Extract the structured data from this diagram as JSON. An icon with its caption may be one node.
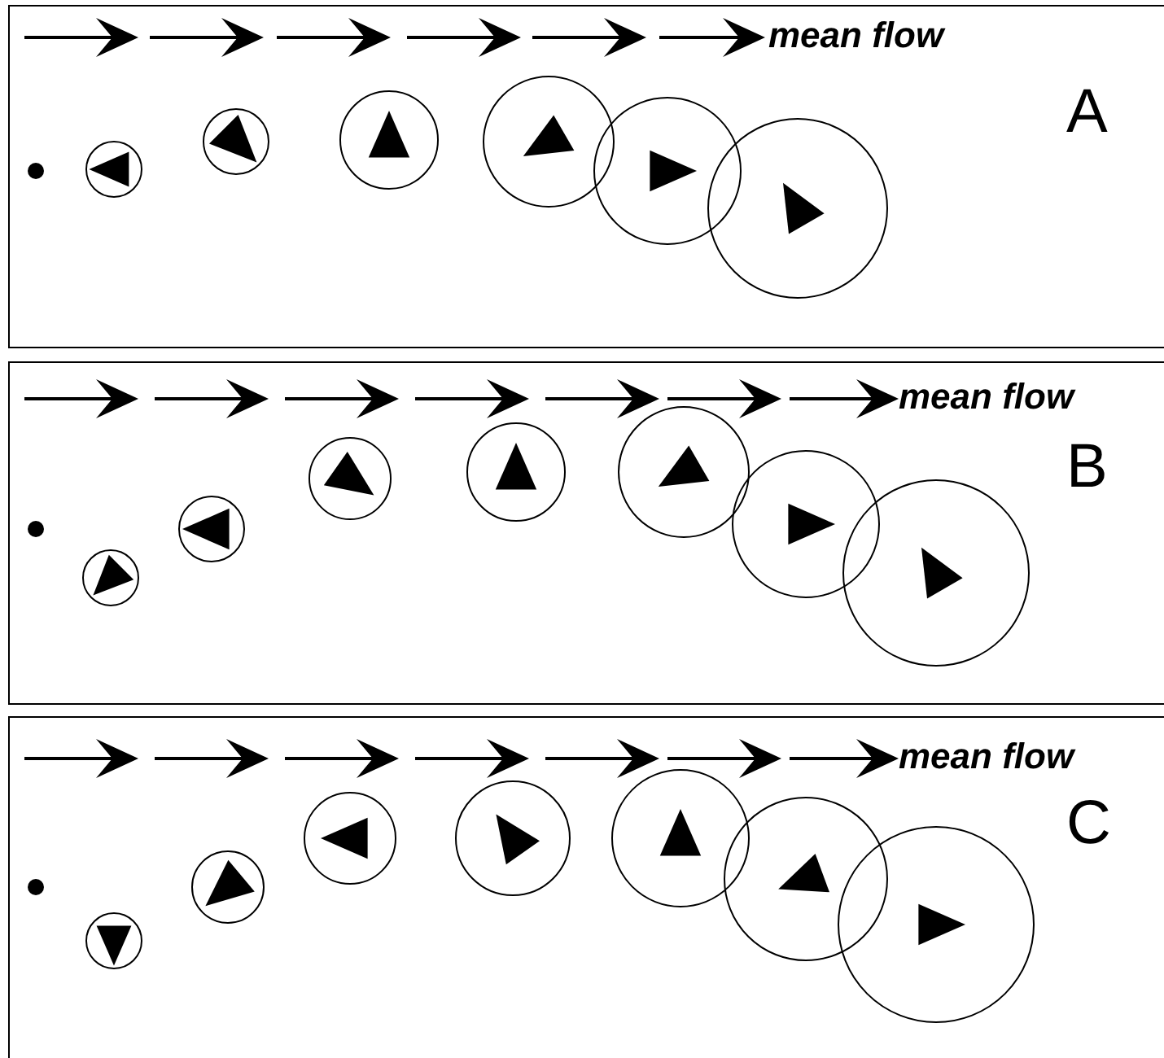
{
  "diagram": {
    "labels": [
      "mean flow",
      "A",
      "mean flow",
      "B",
      "mean flow",
      "C"
    ]
  }
}
